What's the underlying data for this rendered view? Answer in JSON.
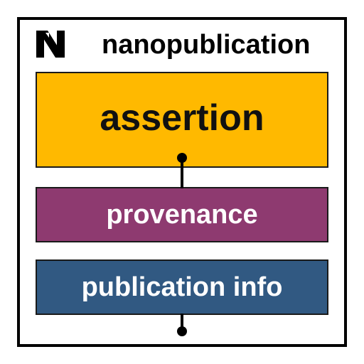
{
  "header": {
    "logo_icon": "nanopub-n-logo-icon",
    "title": "nanopublication"
  },
  "graphs": [
    {
      "id": "assertion",
      "label": "assertion",
      "color": "#FFB900"
    },
    {
      "id": "provenance",
      "label": "provenance",
      "color": "#8E3A70"
    },
    {
      "id": "pubinfo",
      "label": "publication info",
      "color": "#315982"
    }
  ]
}
